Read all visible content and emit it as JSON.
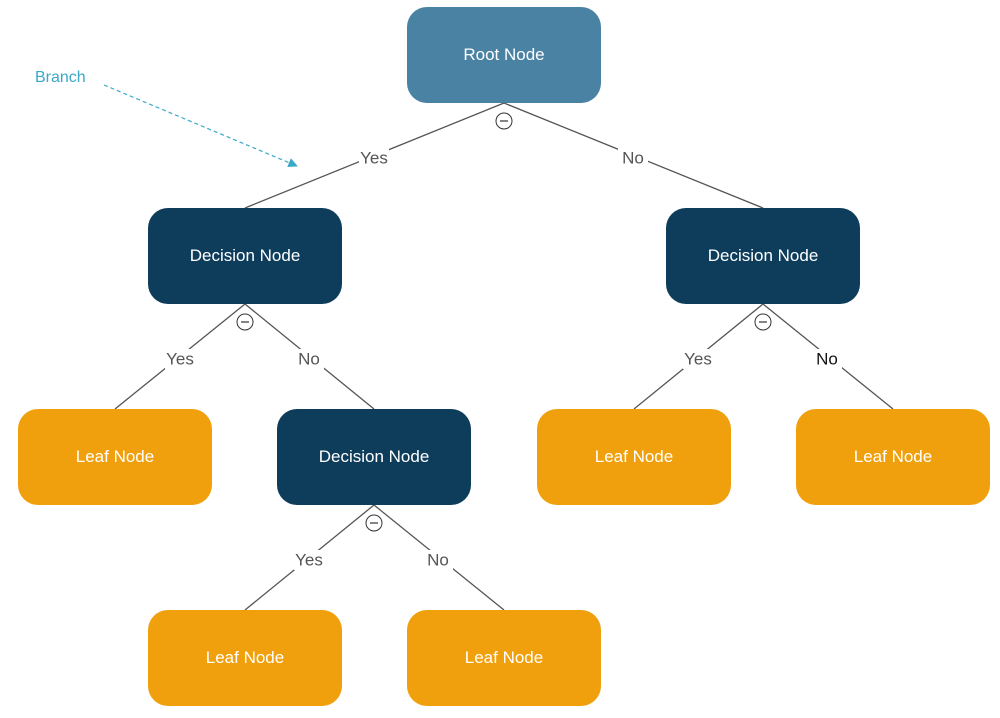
{
  "diagram": {
    "nodes": {
      "root": {
        "label": "Root Node",
        "kind": "root"
      },
      "decision_left": {
        "label": "Decision Node",
        "kind": "decision"
      },
      "decision_right": {
        "label": "Decision Node",
        "kind": "decision"
      },
      "leaf_left": {
        "label": "Leaf Node",
        "kind": "leaf"
      },
      "decision_mid": {
        "label": "Decision Node",
        "kind": "decision"
      },
      "leaf_right_yes": {
        "label": "Leaf Node",
        "kind": "leaf"
      },
      "leaf_right_no": {
        "label": "Leaf Node",
        "kind": "leaf"
      },
      "leaf_bottom_yes": {
        "label": "Leaf Node",
        "kind": "leaf"
      },
      "leaf_bottom_no": {
        "label": "Leaf Node",
        "kind": "leaf"
      }
    },
    "edges": [
      {
        "id": "root-yes",
        "from": "root",
        "to": "decision_left",
        "label": "Yes"
      },
      {
        "id": "root-no",
        "from": "root",
        "to": "decision_right",
        "label": "No"
      },
      {
        "id": "dl-yes",
        "from": "decision_left",
        "to": "leaf_left",
        "label": "Yes"
      },
      {
        "id": "dl-no",
        "from": "decision_left",
        "to": "decision_mid",
        "label": "No"
      },
      {
        "id": "dr-yes",
        "from": "decision_right",
        "to": "leaf_right_yes",
        "label": "Yes"
      },
      {
        "id": "dr-no",
        "from": "decision_right",
        "to": "leaf_right_no",
        "label": "No"
      },
      {
        "id": "dm-yes",
        "from": "decision_mid",
        "to": "leaf_bottom_yes",
        "label": "Yes"
      },
      {
        "id": "dm-no",
        "from": "decision_mid",
        "to": "leaf_bottom_no",
        "label": "No"
      }
    ],
    "collapse_glyph": "⊖",
    "annotation": {
      "label": "Branch"
    }
  },
  "colors": {
    "root": "#4a82a4",
    "decision": "#0e3d5c",
    "leaf": "#f0a00c",
    "edge": "#555555",
    "edge_label": "#555555",
    "annotation": "#3aa9c8",
    "node_text": "#ffffff"
  }
}
